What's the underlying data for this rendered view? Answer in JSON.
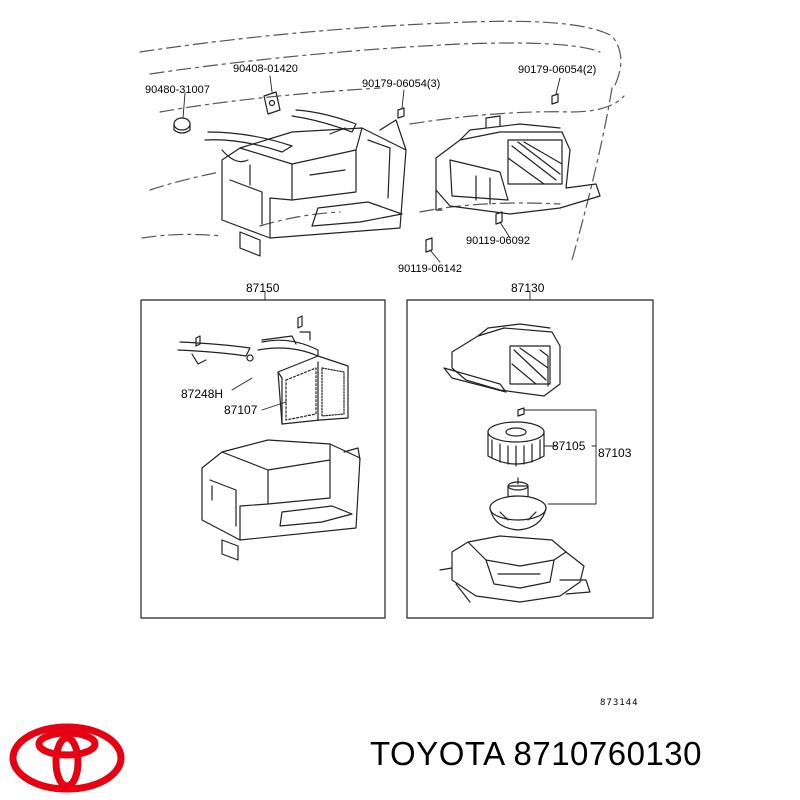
{
  "callouts": {
    "p_90408_01420": "90408-01420",
    "p_90480_31007": "90480-31007",
    "p_90179_06054_3": "90179-06054(3)",
    "p_90179_06054_2": "90179-06054(2)",
    "p_90119_06092": "90119-06092",
    "p_90119_06142": "90119-06142"
  },
  "panels": {
    "left": {
      "title": "87150",
      "part_a": "87248H",
      "part_b": "87107"
    },
    "right": {
      "title": "87130",
      "part_a": "87105",
      "part_b": "87103"
    }
  },
  "reference_code": "873144",
  "footer": {
    "brand": "TOYOTA",
    "part_number": "8710760130"
  },
  "colors": {
    "logo_red": "#e60012",
    "line": "#222222",
    "dash": "#555555"
  },
  "icons": {
    "logo": "toyota-logo-icon"
  }
}
